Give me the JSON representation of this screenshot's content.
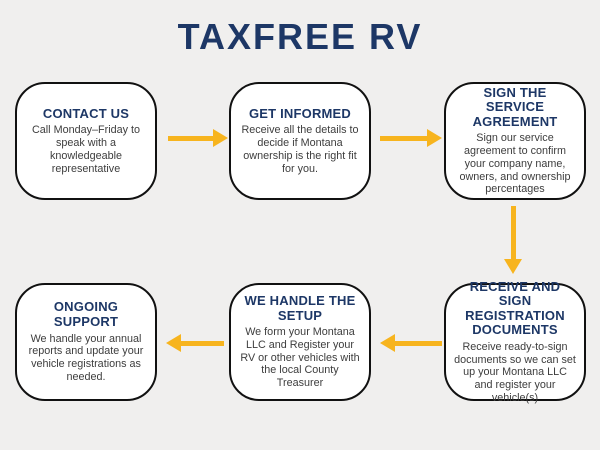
{
  "title": "TAXFREE RV",
  "colors": {
    "background": "#f0efee",
    "navy": "#1d3766",
    "body_text": "#3d3d3d",
    "arrow": "#f7b41e",
    "box_border": "#111111",
    "box_fill": "#ffffff"
  },
  "steps": [
    {
      "heading": "CONTACT US",
      "body": "Call Monday–Friday to speak with a knowledgeable representative"
    },
    {
      "heading": "GET INFORMED",
      "body": "Receive all the details to decide if Montana ownership is the right fit for you."
    },
    {
      "heading": "SIGN THE SERVICE AGREEMENT",
      "body": "Sign our service agreement to confirm your company name, owners, and ownership percentages"
    },
    {
      "heading": "ONGOING SUPPORT",
      "body": "We handle your annual reports and update your vehicle registrations as needed."
    },
    {
      "heading": "WE HANDLE THE SETUP",
      "body": "We form your Montana LLC and Register your RV or other vehicles with the local County Treasurer"
    },
    {
      "heading": "RECEIVE AND SIGN REGISTRATION DOCUMENTS",
      "body": "Receive ready-to-sign documents so we can set up your Montana LLC and register your vehicle(s)"
    }
  ]
}
